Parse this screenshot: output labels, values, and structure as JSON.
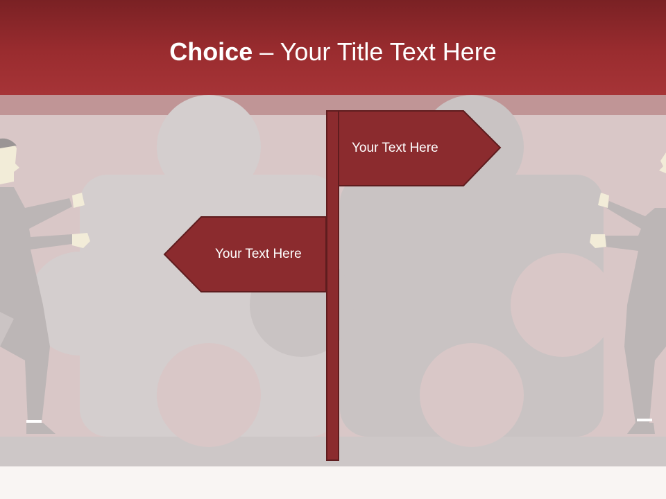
{
  "slide": {
    "title_bold": "Choice",
    "title_rest": " – Your Title Text Here"
  },
  "signpost": {
    "right_sign_text": "Your Text Here",
    "left_sign_text": "Your Text Here"
  },
  "colors": {
    "header_dark": "#7a2124",
    "header_light": "#a63437",
    "sign_fill": "#8b2b2e",
    "sign_border": "#5e1c1e",
    "background_pink": "#d9c7c7",
    "puzzle_grey": "#c9c3c3"
  },
  "icons": [
    "puzzle-piece-left-icon",
    "puzzle-piece-right-icon",
    "businessman-left-icon",
    "businessman-right-icon",
    "signpost-icon"
  ]
}
